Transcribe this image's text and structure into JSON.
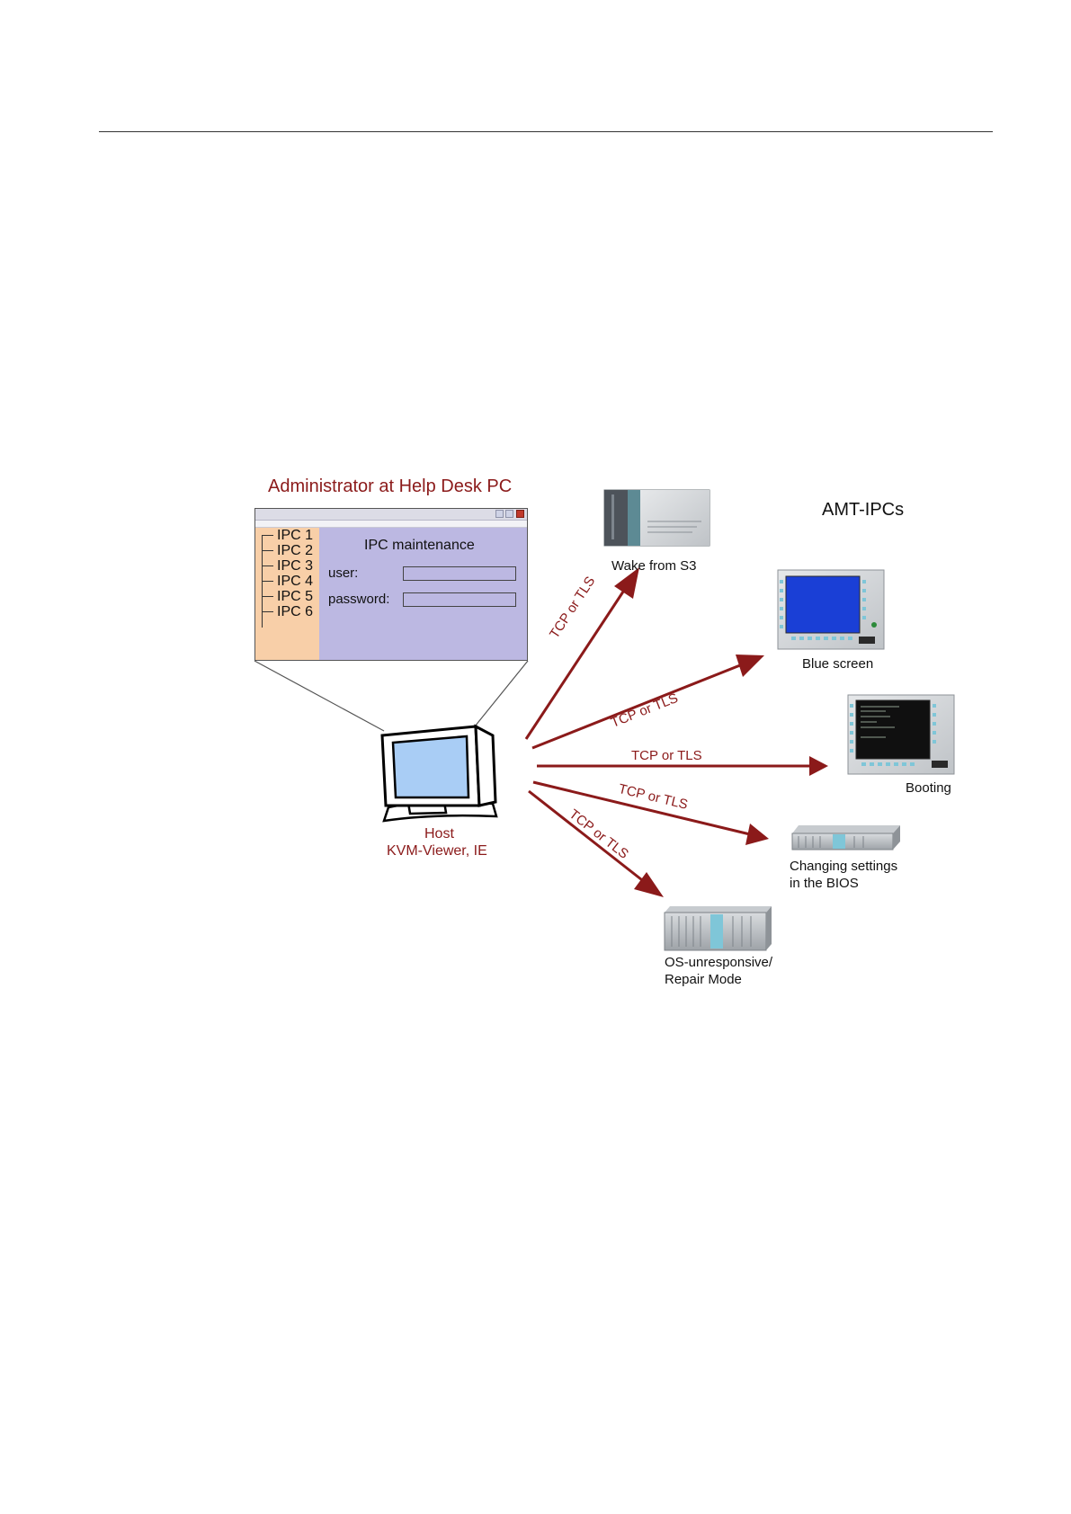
{
  "admin": {
    "title": "Administrator at Help Desk PC",
    "tree": [
      "IPC 1",
      "IPC 2",
      "IPC 3",
      "IPC 4",
      "IPC 5",
      "IPC 6"
    ],
    "form_title": "IPC maintenance",
    "user_label": "user:",
    "password_label": "password:"
  },
  "host": {
    "line1": "Host",
    "line2": "KVM-Viewer, IE"
  },
  "amt_title": "AMT-IPCs",
  "connections": [
    {
      "label": "TCP or TLS",
      "target": "Wake from S3"
    },
    {
      "label": "TCP or TLS",
      "target": "Blue screen"
    },
    {
      "label": "TCP or TLS",
      "target": "Booting"
    },
    {
      "label": "TCP or TLS",
      "target": "Changing settings in the BIOS"
    },
    {
      "label": "TCP or TLS",
      "target": "OS-unresponsive/ Repair Mode"
    }
  ],
  "devices": {
    "wake": "Wake from S3",
    "blue": "Blue screen",
    "booting": "Booting",
    "bios_1": "Changing settings",
    "bios_2": "in the BIOS",
    "os_1": "OS-unresponsive/",
    "os_2": "Repair Mode"
  },
  "colors": {
    "arrow": "#8b1a1a",
    "tree_panel": "#f8cfa8",
    "form_panel": "#bcb8e2",
    "blue_screen": "#1a3fd6"
  }
}
